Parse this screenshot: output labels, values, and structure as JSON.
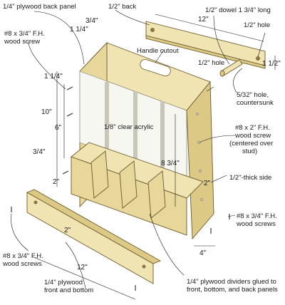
{
  "labels": {
    "plywood_back_panel": "1/4\" plywood back panel",
    "half_back": "1/2\" back",
    "dowel": "1/2\" dowel 1 3/4\" long",
    "half_hole_top": "1/2\" hole",
    "screw_tl_1": "#8 x 3/4\" F.H.",
    "screw_tl_2": "wood screw",
    "handle_cutout": "Handle cutout",
    "half_hole_mid": "1/2\" hole",
    "countersunk_1": "5/32\" hole,",
    "countersunk_2": "countersunk",
    "clear_acrylic": "1/8\" clear acrylic",
    "screw_r_1": "#8 x 2\" F.H.",
    "screw_r_2": "wood screw",
    "screw_r_3": "(centered over",
    "screw_r_4": "stud)",
    "thick_side": "1/2\"-thick side",
    "screw_br_1": "#8 x 3/4\" F.H.",
    "screw_br_2": "wood screws",
    "screw_bl_1": "#8 x 3/4\" F.H.",
    "screw_bl_2": "wood screws",
    "front_bottom_1": "1/4\" plywood",
    "front_bottom_2": "front and bottom",
    "dividers_1": "1/4\" plywood dividers glued to",
    "dividers_2": "front, bottom, and back panels"
  },
  "dimensions": {
    "top_12": "12\"",
    "one_quarter_top": "1 1/4\"",
    "three_quarter_top": "3/4\"",
    "one_half": "1 1/2\"",
    "one_quarter_left": "1 1/4\"",
    "ten": "10\"",
    "six": "6\"",
    "eight_three_quarter": "8 3/4\"",
    "three_quarter_left": "3/4\"",
    "two_left": "2\"",
    "two_right": "2\"",
    "two_front": "2\"",
    "twelve_bottom": "12\"",
    "four": "4\""
  },
  "colors": {
    "wood": "#e8d79a",
    "wood_dark": "#dcc985",
    "acrylic": "#f7f7f2",
    "line": "#1a1a1a"
  }
}
